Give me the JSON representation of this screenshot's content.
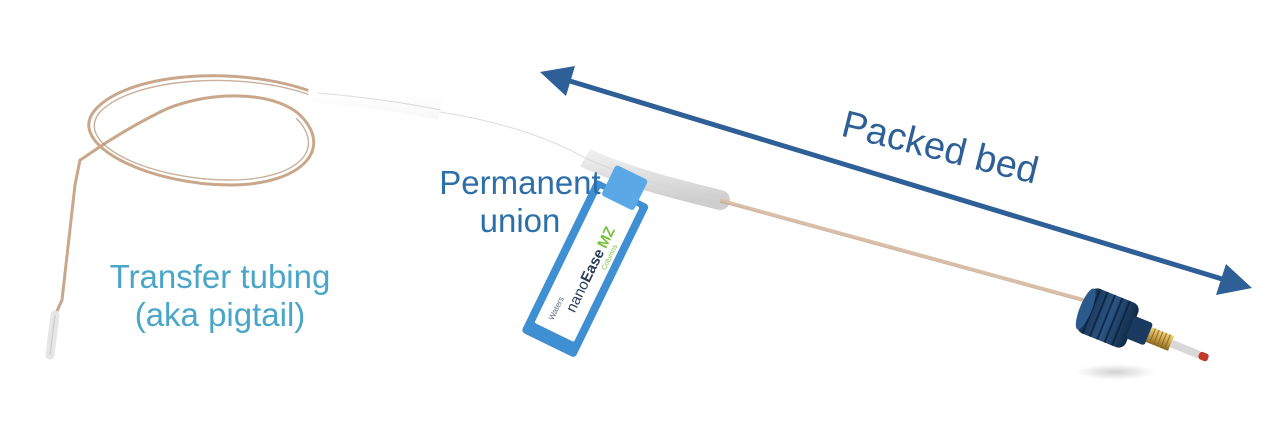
{
  "labels": {
    "transfer_line1": "Transfer tubing",
    "transfer_line2": "(aka pigtail)",
    "union_line1": "Permanent",
    "union_line2": "union",
    "packed_bed": "Packed bed"
  },
  "tag": {
    "brand_a": "nano",
    "brand_b": "Ease",
    "brand_c": "MZ",
    "sub": "Columns",
    "maker": "Waters"
  },
  "colors": {
    "label_light_blue": "#4aa6c9",
    "label_dark_blue": "#2d6fa8",
    "arrow": "#2e5f97",
    "tubing": "#c9a78a",
    "sleeve": "#f0f0f0",
    "tag_blue": "#3f8fd2",
    "fitting": "#1e3f66",
    "brass": "#c9a24a",
    "tip": "#c23a2a"
  }
}
